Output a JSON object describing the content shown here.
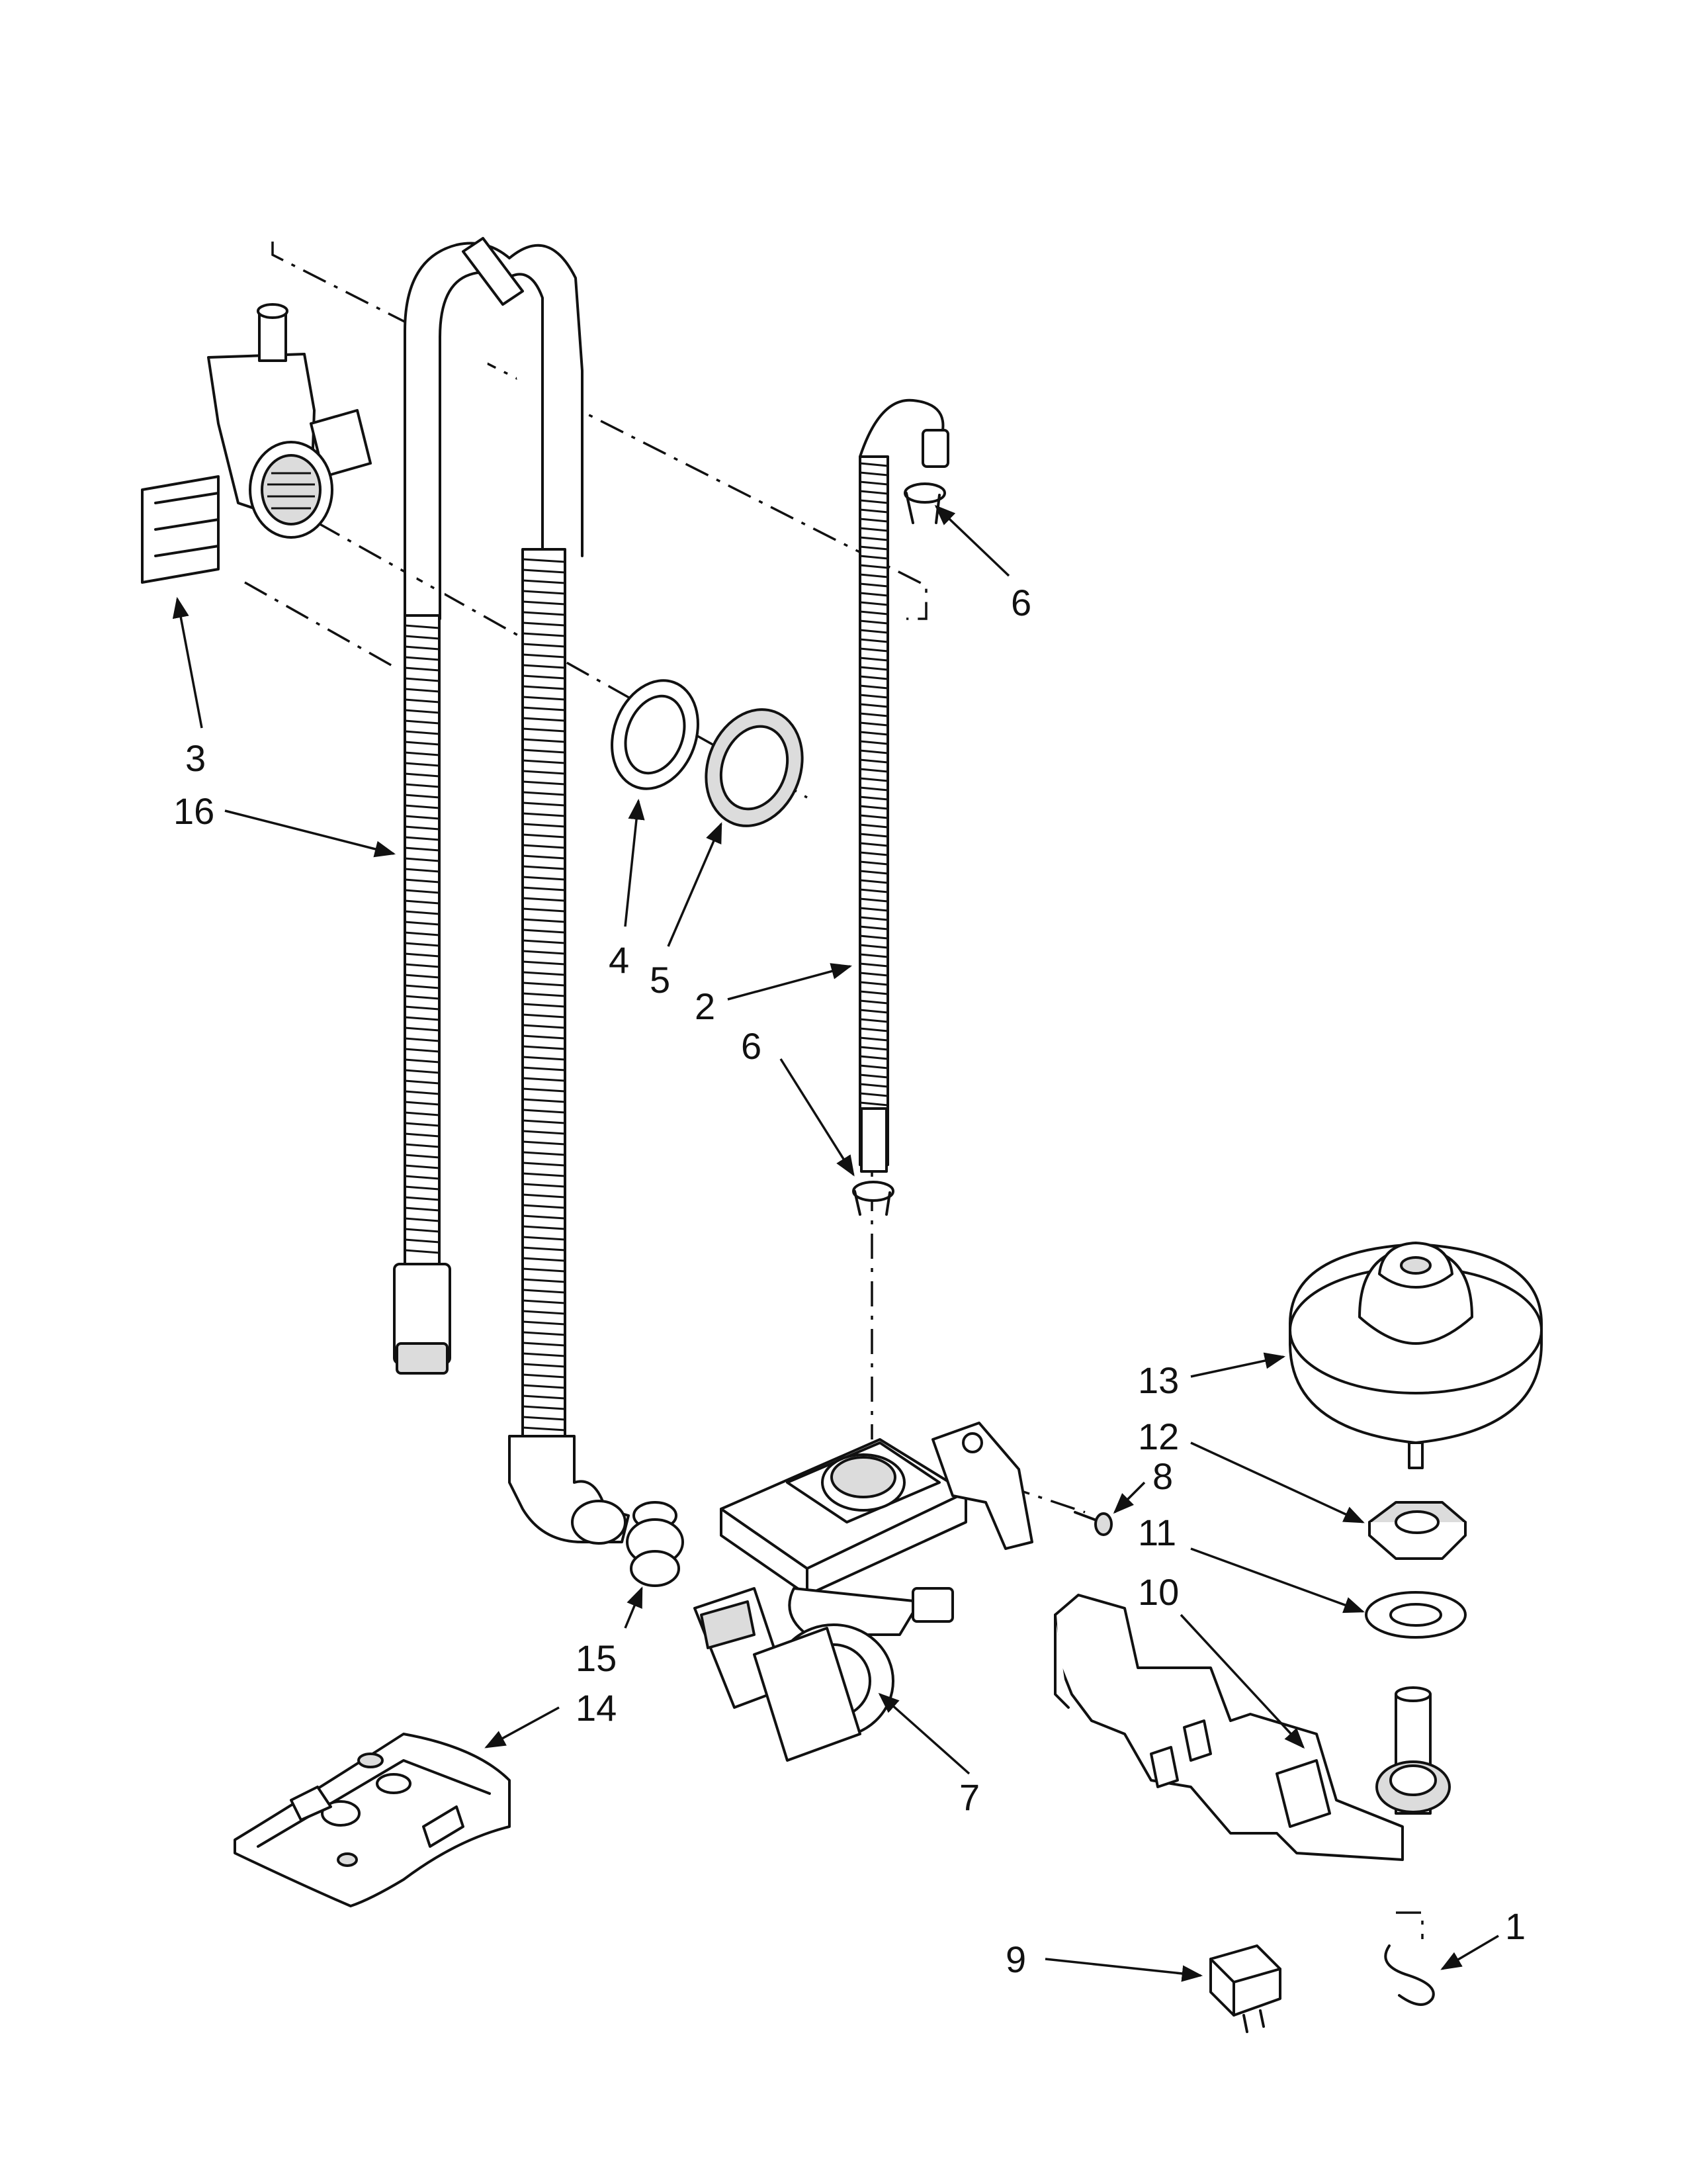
{
  "callouts": [
    {
      "key": "c3",
      "text": "3"
    },
    {
      "key": "c16",
      "text": "16"
    },
    {
      "key": "c6a",
      "text": "6"
    },
    {
      "key": "c4",
      "text": "4"
    },
    {
      "key": "c5",
      "text": "5"
    },
    {
      "key": "c2",
      "text": "2"
    },
    {
      "key": "c6b",
      "text": "6"
    },
    {
      "key": "c13",
      "text": "13"
    },
    {
      "key": "c12",
      "text": "12"
    },
    {
      "key": "c8",
      "text": "8"
    },
    {
      "key": "c11",
      "text": "11"
    },
    {
      "key": "c10",
      "text": "10"
    },
    {
      "key": "c15",
      "text": "15"
    },
    {
      "key": "c14",
      "text": "14"
    },
    {
      "key": "c7",
      "text": "7"
    },
    {
      "key": "c1",
      "text": "1"
    },
    {
      "key": "c9",
      "text": "9"
    }
  ],
  "colors": {
    "line": "#111111",
    "background": "#ffffff",
    "shade": "#dcdcdc"
  }
}
